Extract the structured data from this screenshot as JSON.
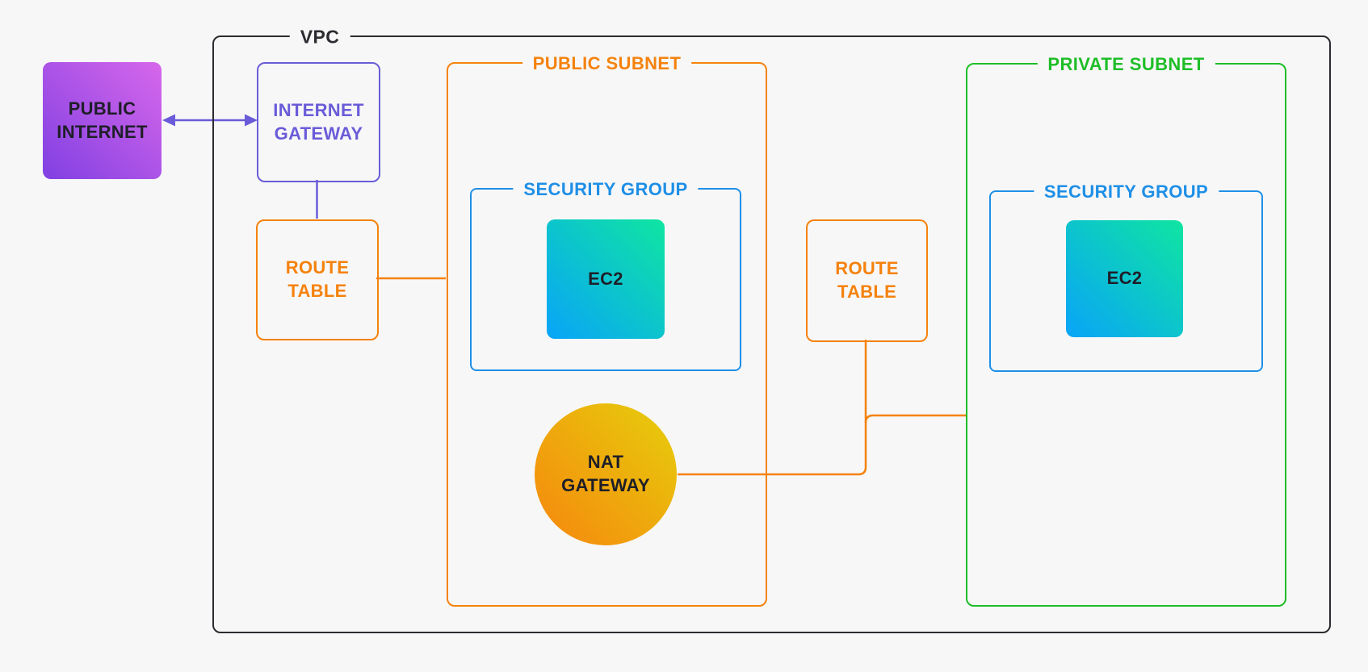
{
  "colors": {
    "background": "#F7F7F8",
    "vpc_border": "#2B2B30",
    "dark_text": "#1E1E28",
    "purple": "#6A5CD8",
    "orange": "#F5820D",
    "blue": "#1E8FE6",
    "green": "#1EBE27",
    "internet_gradient_from": "#8040E2",
    "internet_gradient_to": "#D767EB",
    "ec2_gradient_from": "#09A4F8",
    "ec2_gradient_to": "#0FE5A1",
    "nat_gradient_from": "#F6860E",
    "nat_gradient_to": "#E6CF0B"
  },
  "vpc": {
    "label": "VPC"
  },
  "public_internet": {
    "line1": "PUBLIC",
    "line2": "INTERNET"
  },
  "internet_gateway": {
    "line1": "INTERNET",
    "line2": "GATEWAY"
  },
  "route_table_public": {
    "line1": "ROUTE",
    "line2": "TABLE"
  },
  "route_table_private": {
    "line1": "ROUTE",
    "line2": "TABLE"
  },
  "public_subnet": {
    "label": "PUBLIC SUBNET"
  },
  "private_subnet": {
    "label": "PRIVATE SUBNET"
  },
  "security_group_public": {
    "label": "SECURITY GROUP"
  },
  "security_group_private": {
    "label": "SECURITY GROUP"
  },
  "ec2_public": {
    "label": "EC2"
  },
  "ec2_private": {
    "label": "EC2"
  },
  "nat_gateway": {
    "line1": "NAT",
    "line2": "GATEWAY"
  }
}
